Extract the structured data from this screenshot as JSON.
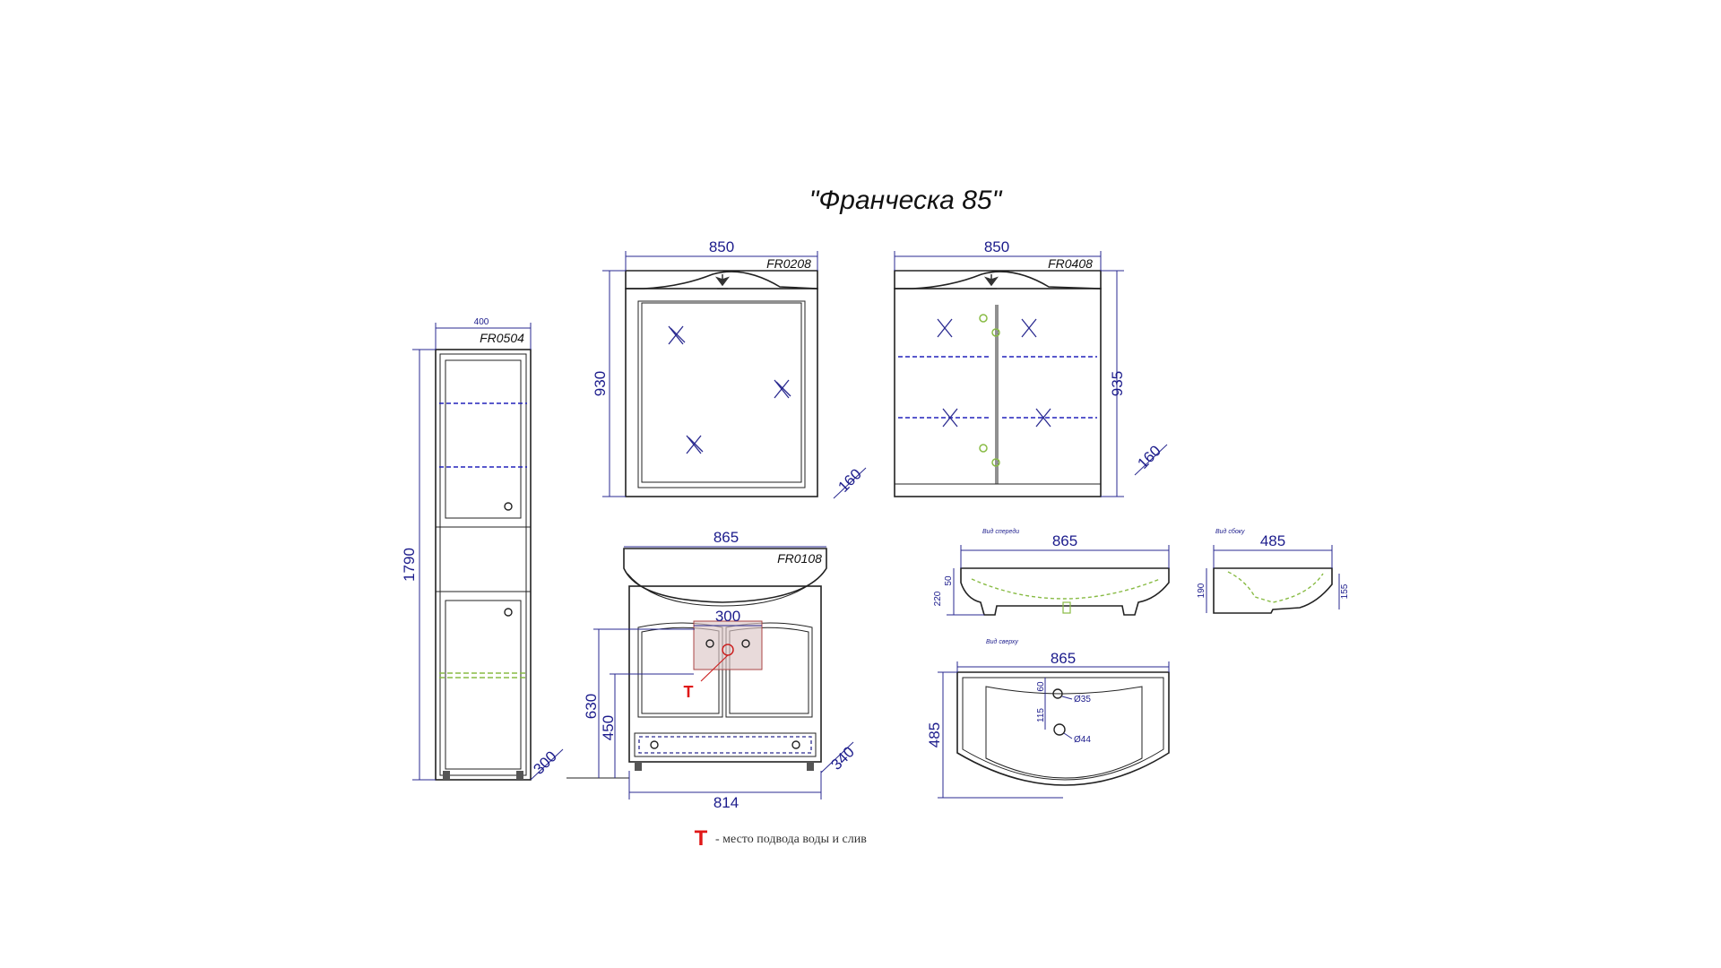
{
  "title": "\"Франческа 85\"",
  "legend": {
    "marker": "T",
    "text": "- место подвода воды и слив"
  },
  "pencil_case": {
    "code": "FR0504",
    "width": "400",
    "height": "1790",
    "depth": "300"
  },
  "mirror": {
    "code": "FR0208",
    "width": "850",
    "height": "930",
    "depth": "160"
  },
  "mirror_cabinet": {
    "code": "FR0408",
    "width": "850",
    "height": "935",
    "depth": "160"
  },
  "vanity": {
    "code": "FR0108",
    "width_top": "865",
    "width_bottom": "814",
    "zone_width": "300",
    "height_total": "630",
    "height_supply": "450",
    "depth": "340",
    "marker": "T"
  },
  "basin_front": {
    "view_label": "Вид спереди",
    "width": "865",
    "dim_50": "50",
    "dim_220": "220"
  },
  "basin_side": {
    "view_label": "Вид сбоку",
    "depth": "485",
    "dim_190": "190",
    "dim_155": "155"
  },
  "basin_top": {
    "view_label": "Вид сверху",
    "width": "865",
    "depth": "485",
    "dim_60": "60",
    "dim_115": "115",
    "hole_tap": "Ø35",
    "hole_drain": "Ø44"
  }
}
